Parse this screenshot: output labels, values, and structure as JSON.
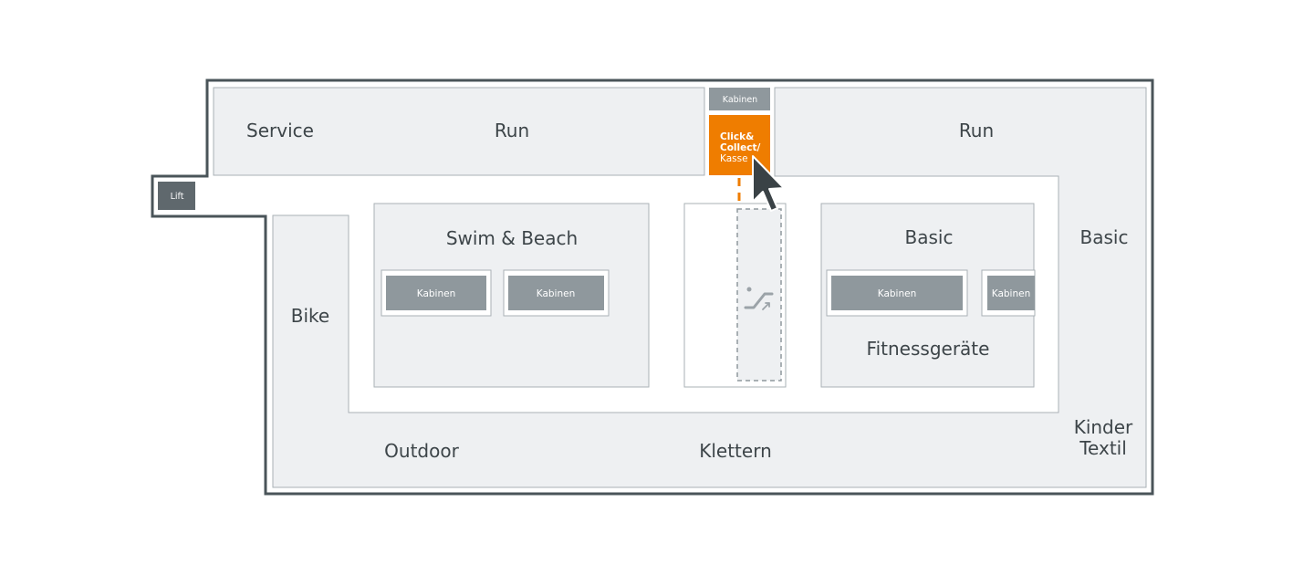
{
  "colors": {
    "outline": "#4a5459",
    "floor": "#eef0f2",
    "zone_stroke": "#a9b1b6",
    "cabin": "#8f989d",
    "lift": "#5f686d",
    "accent": "#ef7d00",
    "cursor": "#3a4246",
    "escalator": "#9ba3a8"
  },
  "icons": {
    "cursor": "pointer-arrow-icon",
    "escalator": "escalator-icon"
  },
  "labels": {
    "service": "Service",
    "run_left": "Run",
    "run_right": "Run",
    "kabinen_top": "Kabinen",
    "click_collect_line1": "Click&",
    "click_collect_line2": "Collect/",
    "click_collect_line3": "Kasse",
    "lift": "Lift",
    "swim_beach": "Swim & Beach",
    "kabinen_swim_1": "Kabinen",
    "kabinen_swim_2": "Kabinen",
    "bike": "Bike",
    "basic_center": "Basic",
    "kabinen_basic_1": "Kabinen",
    "kabinen_basic_2": "Kabinen",
    "fitnessgeraete": "Fitnessgeräte",
    "basic_right": "Basic",
    "outdoor": "Outdoor",
    "klettern": "Klettern",
    "kinder": "Kinder",
    "textil": "Textil"
  }
}
